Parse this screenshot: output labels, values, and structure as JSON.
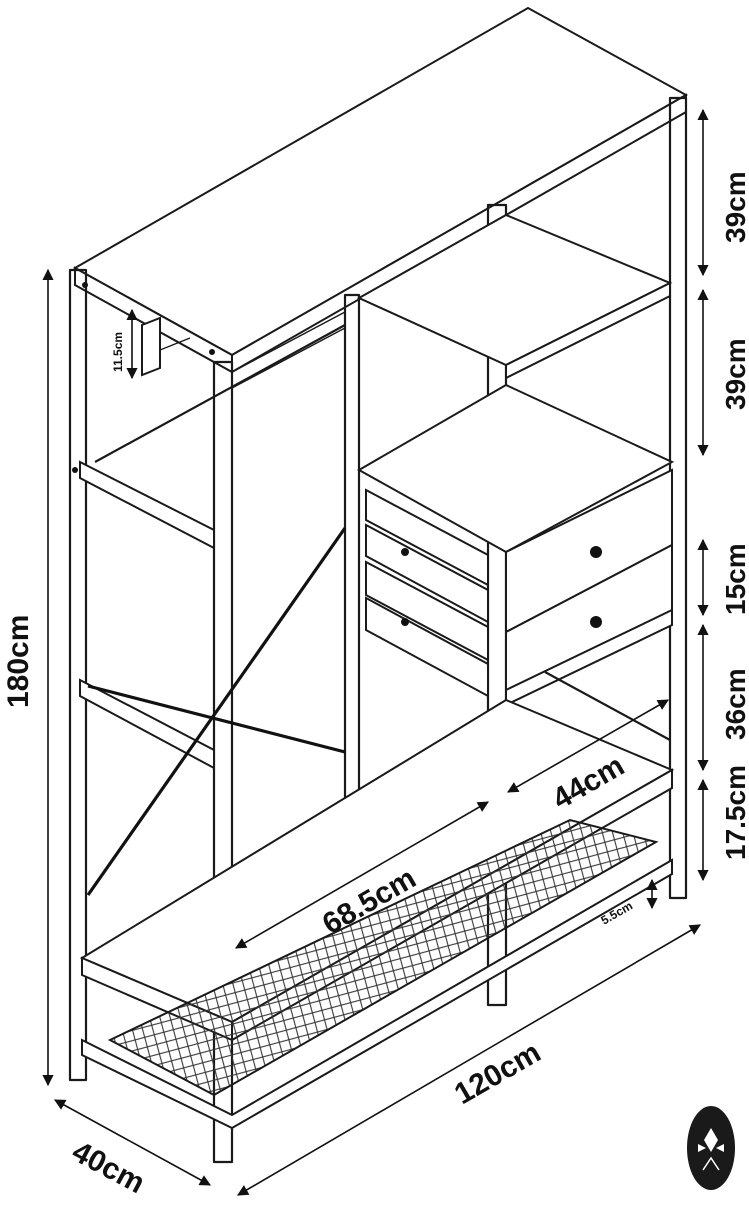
{
  "diagram": {
    "dimensions": {
      "height": "180cm",
      "width": "120cm",
      "depth": "40cm",
      "shelf_width_left": "68.5cm",
      "shelf_width_right": "44cm",
      "hanger_rail_height": "11.5cm",
      "bottom_clearance": "5.5cm",
      "shelf_gap_1": "39cm",
      "shelf_gap_2": "39cm",
      "drawer_height": "15cm",
      "shelf_gap_3": "36cm",
      "shelf_gap_4": "17.5cm"
    },
    "colors": {
      "line": "#1a1a1a",
      "background": "#ffffff"
    },
    "icons": {
      "logo": "brand-logo-icon"
    }
  }
}
